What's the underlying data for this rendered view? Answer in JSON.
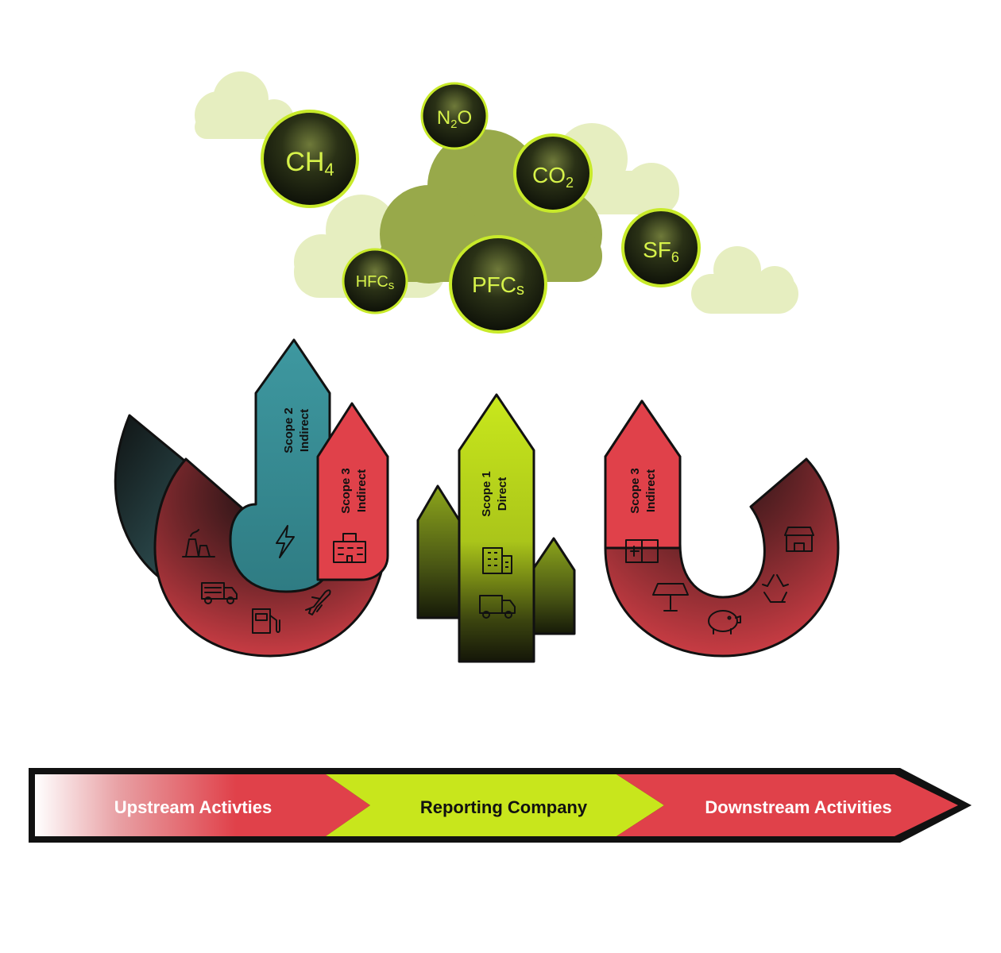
{
  "gases": {
    "ch4": {
      "main": "CH",
      "sub": "4"
    },
    "n2o": {
      "pre": "N",
      "sub": "2",
      "post": "O"
    },
    "co2": {
      "main": "CO",
      "sub": "2"
    },
    "sf6": {
      "main": "SF",
      "sub": "6"
    },
    "hfcs": {
      "main": "HFC",
      "sub": "s"
    },
    "pfcs": {
      "main": "PFC",
      "sub": "s"
    }
  },
  "scopes": {
    "scope2_upstream": {
      "line1": "Scope 2",
      "line2": "Indirect"
    },
    "scope3_upstream": {
      "line1": "Scope 3",
      "line2": "Indirect"
    },
    "scope1_company": {
      "line1": "Scope 1",
      "line2": "Direct"
    },
    "scope3_downstream": {
      "line1": "Scope 3",
      "line2": "Indirect"
    }
  },
  "value_chain": {
    "upstream": "Upstream Activties",
    "company": "Reporting Company",
    "downstream": "Downstream Activities"
  },
  "colors": {
    "cloud_light": "#e6eec0",
    "cloud_main": "#98a94a",
    "bubble_ring": "#c8ea2a",
    "bubble_text": "#d6f24a",
    "scope3_red": "#e0404a",
    "scope2_teal": "#3b8f97",
    "scope1_lime": "#c8e61c",
    "outline": "#111111"
  },
  "icons": [
    "factory-icon",
    "fire-truck-icon",
    "fuel-pump-icon",
    "lightning-icon",
    "airplane-icon",
    "building-icon",
    "office-building-icon",
    "delivery-truck-icon",
    "container-icon",
    "lamp-icon",
    "piggy-bank-icon",
    "recycle-icon",
    "store-icon"
  ]
}
